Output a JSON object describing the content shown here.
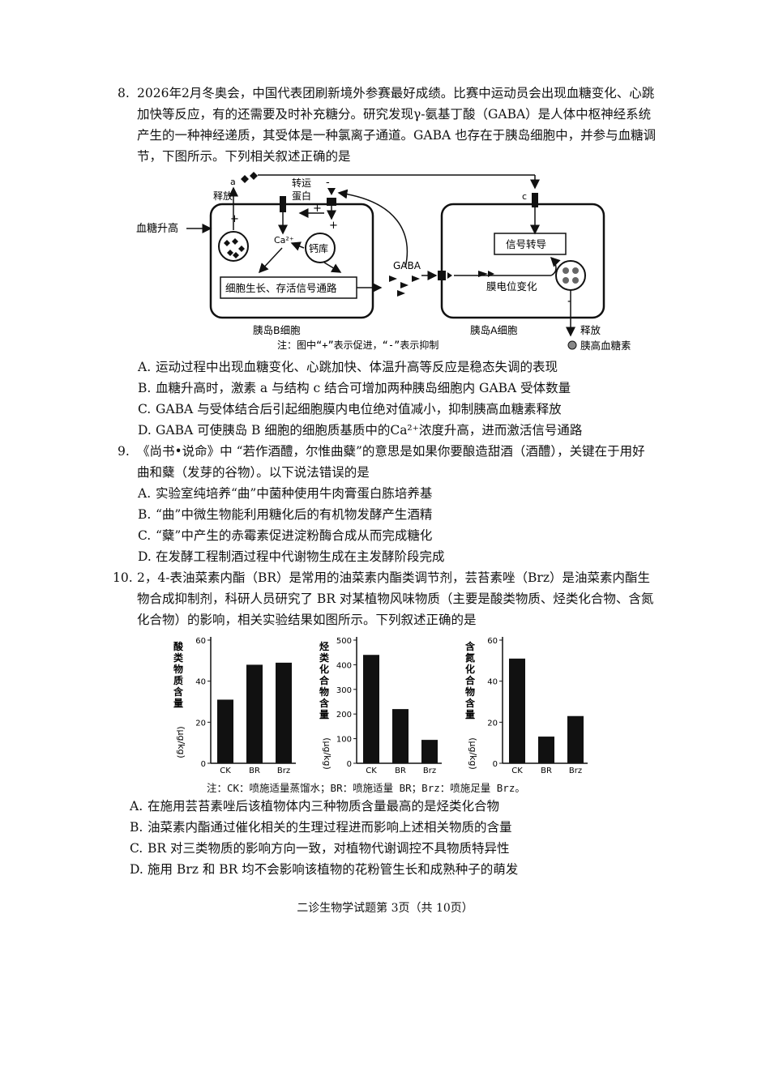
{
  "q8": {
    "number": "8.",
    "stem": "2026年2月冬奥会，中国代表团刷新境外参赛最好成绩。比赛中运动员会出现血糖变化、心跳加快等反应，有的还需要及时补充糖分。研究发现γ-氨基丁酸（GABA）是人体中枢神经系统产生的一种神经递质，其受体是一种氯离子通道。GABA 也存在于胰岛细胞中，并参与血糖调节，下图所示。下列相关叙述正确的是",
    "diagram": {
      "a": "a",
      "shifang_left": "释放",
      "zhuanyun": "转运",
      "danbai": "蛋白",
      "c": "c",
      "xuetang": "血糖升高",
      "plus": "+",
      "minus": "-",
      "ca": "Ca²⁺",
      "gaiku": "钙库",
      "xinhao_zhuandao": "信号转导",
      "gaba": "GABA",
      "tongdao": "细胞生长、存活信号通路",
      "mo_dianwei": "膜电位变化",
      "b_cell": "胰岛B细胞",
      "a_cell": "胰岛A细胞",
      "shifang_right": "释放",
      "glucagon": "胰高血糖素",
      "note": "注：图中“+”表示促进，“-”表示抑制"
    },
    "options": [
      {
        "letter": "A.",
        "text": "运动过程中出现血糖变化、心跳加快、体温升高等反应是稳态失调的表现"
      },
      {
        "letter": "B.",
        "text": "血糖升高时，激素 a 与结构 c 结合可增加两种胰岛细胞内 GABA 受体数量"
      },
      {
        "letter": "C.",
        "text": "GABA 与受体结合后引起细胞膜内电位绝对值减小，抑制胰高血糖素释放"
      },
      {
        "letter": "D.",
        "text": "GABA 可使胰岛 B 细胞的细胞质基质中的Ca²⁺浓度升高，进而激活信号通路"
      }
    ]
  },
  "q9": {
    "number": "9.",
    "stem": "《尚书•说命》中 “若作酒醴，尔惟曲糵”的意思是如果你要酿造甜酒（酒醴），关键在于用好曲和糵（发芽的谷物）。以下说法错误的是",
    "options": [
      {
        "letter": "A.",
        "text": "实验室纯培养“曲”中菌种使用牛肉膏蛋白胨培养基"
      },
      {
        "letter": "B.",
        "text": "“曲”中微生物能利用糖化后的有机物发酵产生酒精"
      },
      {
        "letter": "C.",
        "text": "“糵”中产生的赤霉素促进淀粉酶合成从而完成糖化"
      },
      {
        "letter": "D.",
        "text": "在发酵工程制酒过程中代谢物生成在主发酵阶段完成"
      }
    ]
  },
  "q10": {
    "number": "10.",
    "stem": "2，4-表油菜素内酯（BR）是常用的油菜素内酯类调节剂，芸苔素唑（Brz）是油菜素内酯生物合成抑制剂，科研人员研究了 BR 对某植物风味物质（主要是酸类物质、烃类化合物、含氮化合物）的影响，相关实验结果如图所示。下列叙述正确的是",
    "chart_note": "注：CK：喷施适量蒸馏水；BR：喷施适量 BR；Brz：喷施足量 Brz。",
    "options": [
      {
        "letter": "A.",
        "text": "在施用芸苔素唑后该植物体内三种物质含量最高的是烃类化合物"
      },
      {
        "letter": "B.",
        "text": "油菜素内酯通过催化相关的生理过程进而影响上述相关物质的含量"
      },
      {
        "letter": "C.",
        "text": "BR 对三类物质的影响方向一致，对植物代谢调控不具物质特异性"
      },
      {
        "letter": "D.",
        "text": "施用 Brz 和 BR 均不会影响该植物的花粉管生长和成熟种子的萌发"
      }
    ]
  },
  "chart_data": [
    {
      "type": "bar",
      "ylabel": "酸类物质含量",
      "unit": "(μg/kg)",
      "categories": [
        "CK",
        "BR",
        "Brz"
      ],
      "values": [
        31,
        48,
        49
      ],
      "ylim": [
        0,
        60
      ],
      "ticks": [
        0,
        20,
        40,
        60
      ]
    },
    {
      "type": "bar",
      "ylabel": "烃类化合物含量",
      "unit": "(μg/kg)",
      "categories": [
        "CK",
        "BR",
        "Brz"
      ],
      "values": [
        440,
        220,
        95
      ],
      "ylim": [
        0,
        500
      ],
      "ticks": [
        0,
        100,
        200,
        300,
        400,
        500
      ]
    },
    {
      "type": "bar",
      "ylabel": "含氮化合物含量",
      "unit": "(μg/kg)",
      "categories": [
        "CK",
        "BR",
        "Brz"
      ],
      "values": [
        51,
        13,
        23
      ],
      "ylim": [
        0,
        60
      ],
      "ticks": [
        0,
        20,
        40,
        60
      ]
    }
  ],
  "footer": "二诊生物学试题第 3页（共 10页）"
}
